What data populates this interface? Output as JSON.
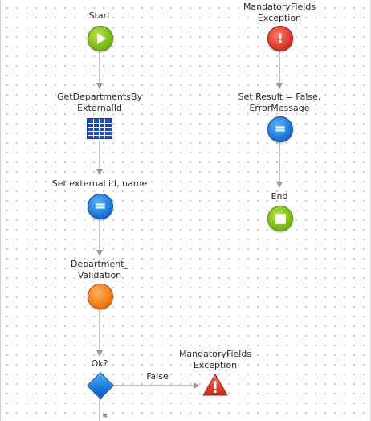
{
  "flow": {
    "start": {
      "label": "Start"
    },
    "get_departments": {
      "label": "GetDepartmentsBy\nExternalId"
    },
    "set_external": {
      "label": "Set external id, name"
    },
    "department_validation": {
      "label": "Department_\nValidation"
    },
    "ok_if": {
      "label": "Ok?"
    },
    "false_branch": {
      "label": "False"
    },
    "mandatory_exception_bottom": {
      "label": "MandatoryFields\nException"
    },
    "mandatory_exception_top": {
      "label": "MandatoryFields\nException"
    },
    "set_result": {
      "label": "Set Result = False,\nErrorMessage"
    },
    "end": {
      "label": "End"
    }
  },
  "colors": {
    "start_end": "#7fbf16",
    "assign": "#1d78d8",
    "exception": "#d93b2c",
    "action": "#f37b12",
    "if": "#1a78d8",
    "connector": "#9a9a9a"
  },
  "icons": {
    "start": "play-icon",
    "end": "stop-icon",
    "assign": "equals-icon",
    "exception": "exclamation-icon",
    "aggregate": "table-grid-icon",
    "raise": "warning-triangle-icon"
  }
}
